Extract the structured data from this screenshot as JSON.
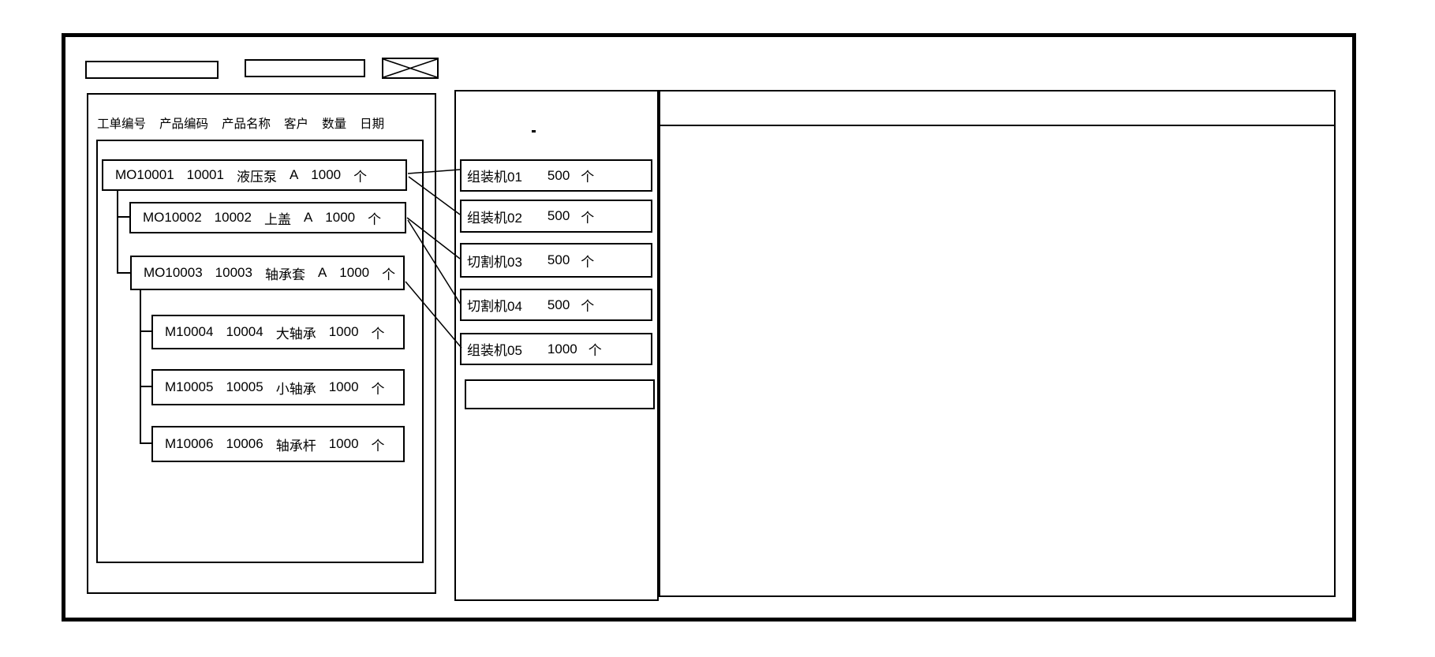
{
  "colors": {
    "line": "#000000",
    "background": "#ffffff"
  },
  "toolbar": {
    "field1_value": "",
    "field2_value": "",
    "close_label": ""
  },
  "order_panel": {
    "columns": [
      "工单编号",
      "产品编码",
      "产品名称",
      "客户",
      "数量",
      "日期"
    ],
    "orders": [
      {
        "order_no": "MO10001",
        "product_code": "10001",
        "product_name": "液压泵",
        "customer": "A",
        "qty": "1000",
        "unit": "个",
        "level": 0
      },
      {
        "order_no": "MO10002",
        "product_code": "10002",
        "product_name": "上盖",
        "customer": "A",
        "qty": "1000",
        "unit": "个",
        "level": 1
      },
      {
        "order_no": "MO10003",
        "product_code": "10003",
        "product_name": "轴承套",
        "customer": "A",
        "qty": "1000",
        "unit": "个",
        "level": 1
      },
      {
        "order_no": "M10004",
        "product_code": "10004",
        "product_name": "大轴承",
        "customer": "",
        "qty": "1000",
        "unit": "个",
        "level": 2
      },
      {
        "order_no": "M10005",
        "product_code": "10005",
        "product_name": "小轴承",
        "customer": "",
        "qty": "1000",
        "unit": "个",
        "level": 2
      },
      {
        "order_no": "M10006",
        "product_code": "10006",
        "product_name": "轴承杆",
        "customer": "",
        "qty": "1000",
        "unit": "个",
        "level": 2
      }
    ]
  },
  "machine_panel": {
    "machines": [
      {
        "name": "组装机01",
        "qty": "500",
        "unit": "个"
      },
      {
        "name": "组装机02",
        "qty": "500",
        "unit": "个"
      },
      {
        "name": "切割机03",
        "qty": "500",
        "unit": "个"
      },
      {
        "name": "切割机04",
        "qty": "500",
        "unit": "个"
      },
      {
        "name": "组装机05",
        "qty": "1000",
        "unit": "个"
      },
      {
        "name": "",
        "qty": "",
        "unit": ""
      }
    ]
  },
  "detail_panel": {
    "content": ""
  }
}
